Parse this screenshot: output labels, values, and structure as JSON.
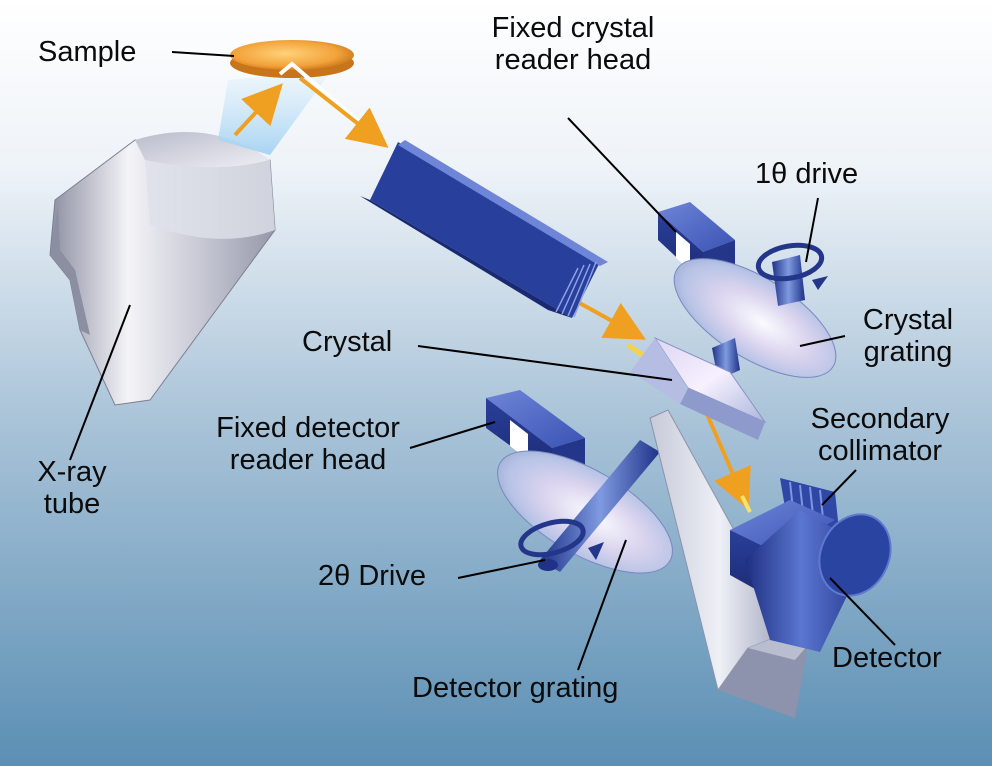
{
  "labels": {
    "sample": "Sample",
    "fixed_crystal_reader_head": [
      "Fixed crystal",
      "reader head"
    ],
    "one_theta_drive": "1θ drive",
    "crystal_grating": [
      "Crystal",
      "grating"
    ],
    "crystal": "Crystal",
    "fixed_detector_reader_head": [
      "Fixed detector",
      "reader head"
    ],
    "secondary_collimator": [
      "Secondary",
      "collimator"
    ],
    "xray_tube": [
      "X-ray",
      "tube"
    ],
    "two_theta_drive": "2θ Drive",
    "detector": "Detector",
    "detector_grating": "Detector grating"
  },
  "colors": {
    "background_top": "#ffffff",
    "background_bottom": "#5b8fb4",
    "beam": "#f0a020",
    "sample": "#f3a23a",
    "reader_head": "#2f46a6",
    "collimator": "#3f5fb6",
    "detector": "#2c4aa8",
    "tube": "#c9cbd6"
  }
}
